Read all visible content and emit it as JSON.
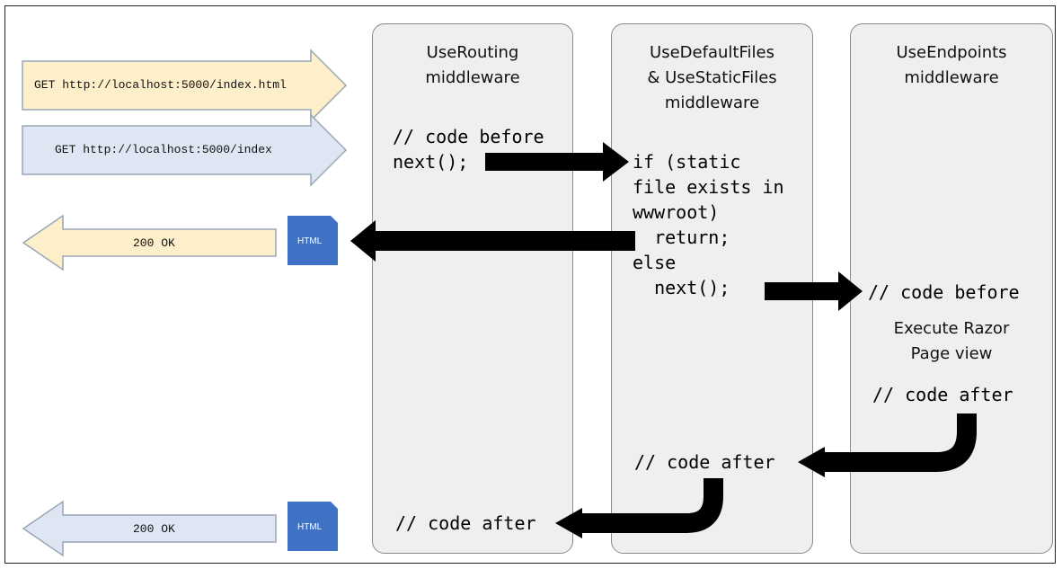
{
  "requests": {
    "html_request": "GET http://localhost:5000/index.html",
    "index_request": "GET http://localhost:5000/index",
    "response_top": "200 OK",
    "response_bottom": "200 OK",
    "doc_icon_label_top": "HTML",
    "doc_icon_label_bottom": "HTML"
  },
  "columns": {
    "routing": {
      "title_line1": "UseRouting",
      "title_line2": "middleware",
      "code_before": "// code before\nnext();",
      "code_after": "// code after"
    },
    "static_files": {
      "title_line1": "UseDefaultFiles",
      "title_line2": "& UseStaticFiles",
      "title_line3": "middleware",
      "code_if": "if (static\nfile exists in\nwwwroot)\n  return;\nelse\n  next();",
      "code_after": "// code after"
    },
    "endpoints": {
      "title_line1": "UseEndpoints",
      "title_line2": "middleware",
      "code_before": "// code before",
      "execute_line1": "Execute Razor",
      "execute_line2": "Page view",
      "code_after": "// code after"
    }
  },
  "colors": {
    "request_yellow": "#fdefc9",
    "request_blue": "#dfe6f3",
    "arrow_border": "#9aa5b5",
    "column_bg": "#efefef",
    "doc_icon": "#3f72c4",
    "flow_arrow": "#000000"
  }
}
